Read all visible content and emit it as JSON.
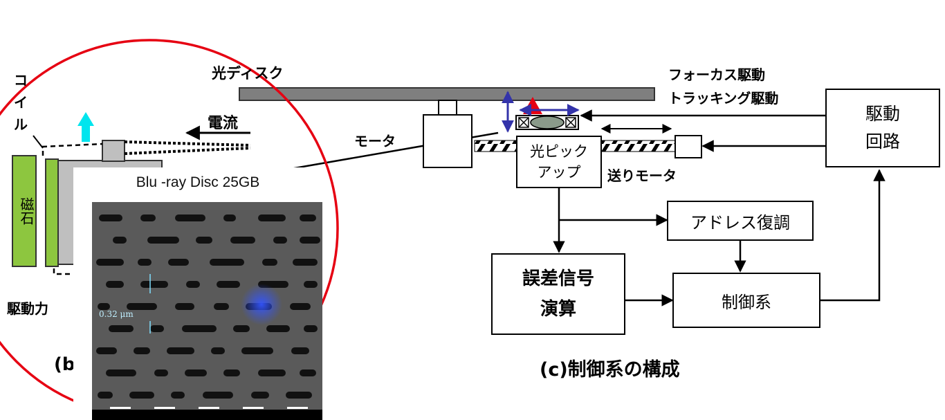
{
  "labels": {
    "optical_disk": "光ディスク",
    "focus_drive": "フォーカス駆動",
    "tracking_drive": "トラッキング駆動",
    "motor": "モータ",
    "feed_motor": "送りモータ",
    "coil_chars": [
      "コ",
      "イ",
      "ル"
    ],
    "current": "電流",
    "magnet": "磁石",
    "driving_force": "駆動力",
    "caption_b": "(b)",
    "caption_c": "(c)制御系の構成"
  },
  "blocks": {
    "optical_pickup": [
      "光ピック",
      "アップ"
    ],
    "drive_circuit": [
      "駆動",
      "回路"
    ],
    "address_demod": "アドレス復調",
    "error_signal": [
      "誤差信号",
      "演算"
    ],
    "control_system": "制御系"
  },
  "sem_image": {
    "title": "Blu -ray Disc 25GB",
    "pitch_label": "0.32 μm"
  },
  "colors": {
    "disk": "#7f7f7f",
    "magnet": "#8dc63f",
    "circle": "#e60012",
    "arrow_cyan": "#00e5ee",
    "arrow_blue": "#3333aa",
    "laser_red": "#e60012",
    "laser_spot": "#3355ff"
  }
}
